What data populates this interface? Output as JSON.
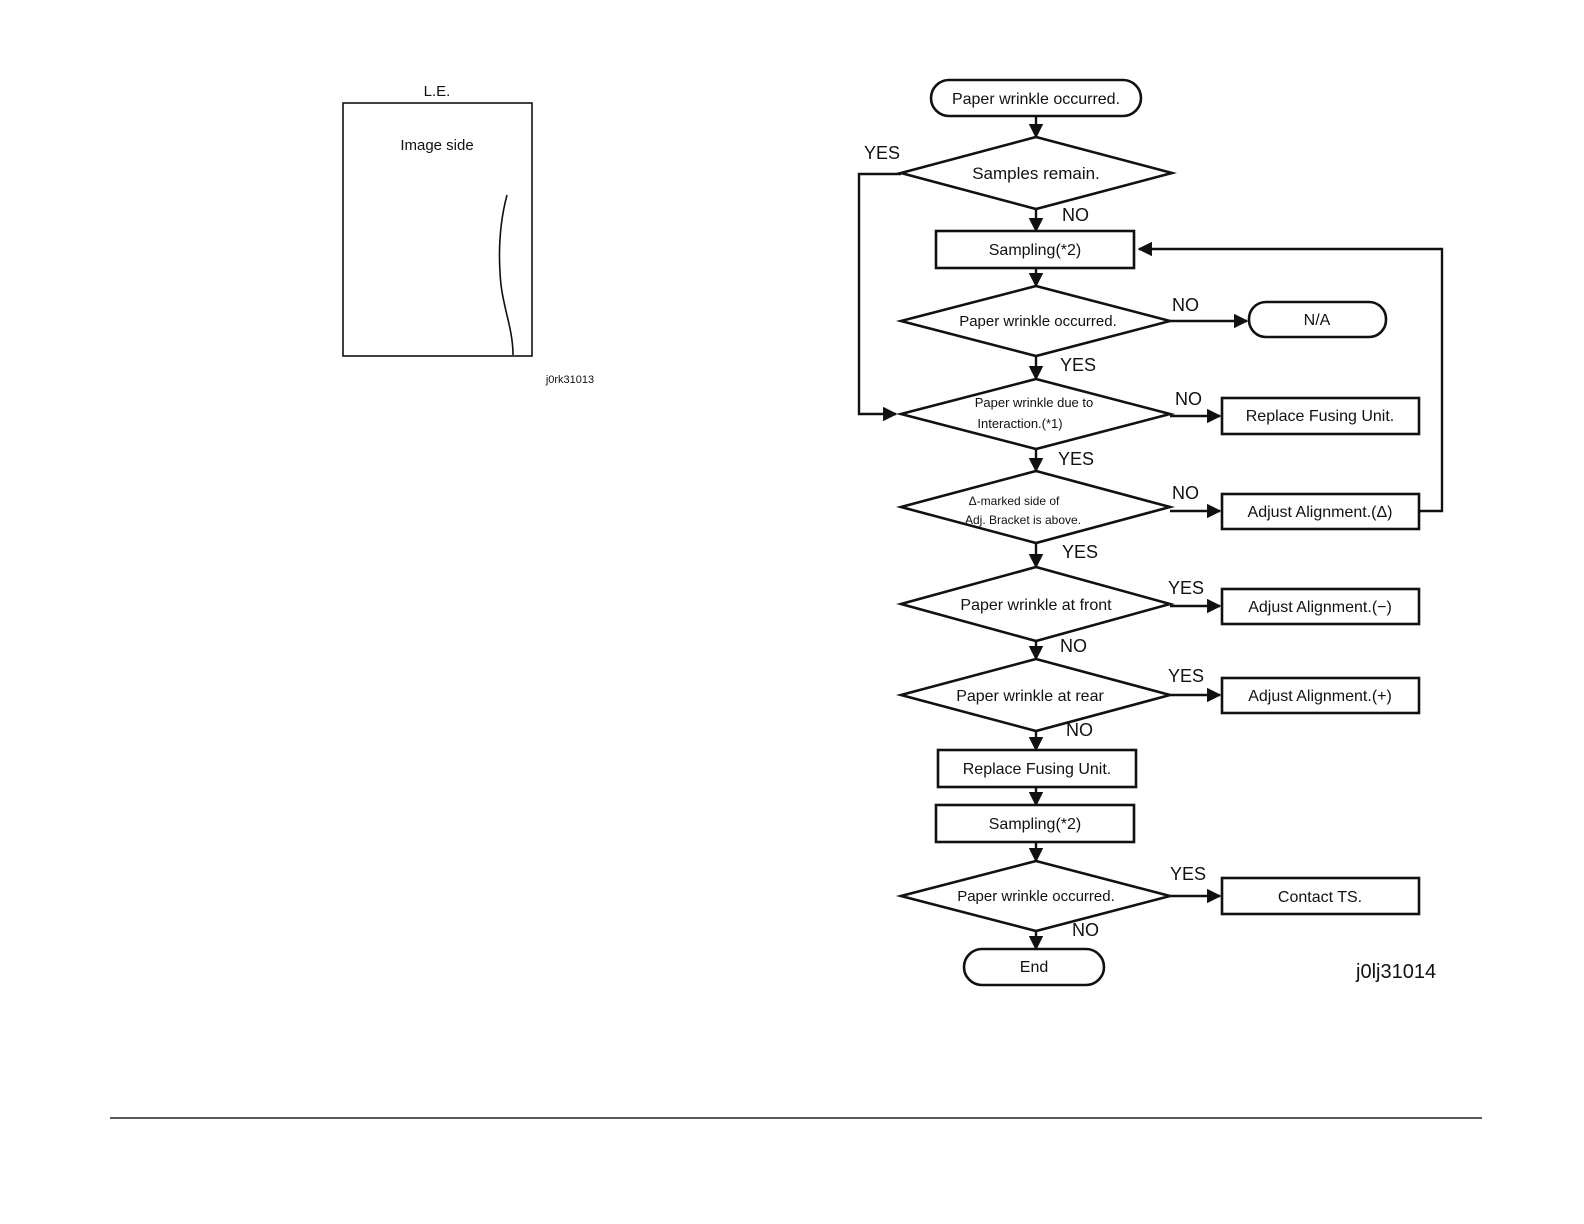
{
  "figure_left": {
    "top_label": "L.E.",
    "sheet_label": "Image side",
    "code": "j0rk31013"
  },
  "flowchart": {
    "code": "j0lj31014",
    "nodes": {
      "start": "Paper wrinkle occurred.",
      "samples_remain": "Samples remain.",
      "sampling1": "Sampling(*2)",
      "wrinkle_occurred1": "Paper wrinkle occurred.",
      "na": "N/A",
      "interaction_l1": "Paper wrinkle due to",
      "interaction_l2": "Interaction.(*1)",
      "replace_fusing1": "Replace Fusing Unit.",
      "marked_l1": "Δ-marked side of",
      "marked_l2": "Adj. Bracket is above.",
      "adjust_delta": "Adjust Alignment.(Δ)",
      "wrinkle_front": "Paper wrinkle at front",
      "adjust_minus": "Adjust Alignment.(−)",
      "wrinkle_rear": "Paper wrinkle at rear",
      "adjust_plus": "Adjust Alignment.(+)",
      "replace_fusing2": "Replace Fusing Unit.",
      "sampling2": "Sampling(*2)",
      "wrinkle_occurred2": "Paper wrinkle occurred.",
      "contact_ts": "Contact TS.",
      "end": "End"
    },
    "edge_labels": {
      "samples_yes": "YES",
      "samples_no": "NO",
      "occurred1_no": "NO",
      "occurred1_yes": "YES",
      "interaction_no": "NO",
      "interaction_yes": "YES",
      "marked_no": "NO",
      "marked_yes": "YES",
      "front_yes": "YES",
      "front_no": "NO",
      "rear_yes": "YES",
      "rear_no": "NO",
      "occurred2_yes": "YES",
      "occurred2_no": "NO"
    }
  }
}
